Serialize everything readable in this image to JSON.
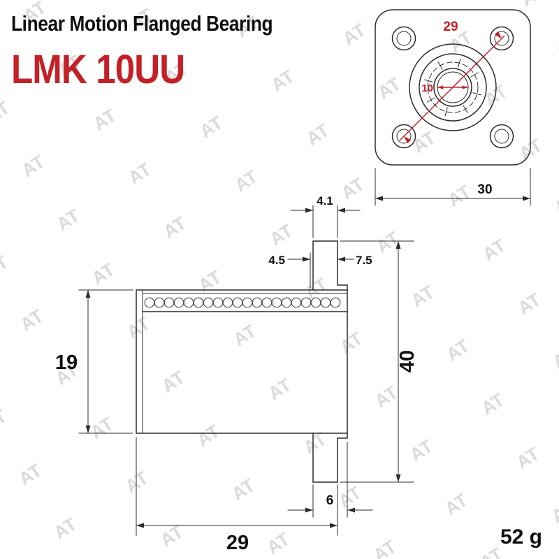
{
  "header": {
    "title": "Linear Motion Flanged Bearing",
    "model": "LMK 10UU"
  },
  "weight": "52 g",
  "watermark": {
    "text": "AT"
  },
  "colors": {
    "accent": "#c32127",
    "line": "#2b2b2b",
    "dim_text": "#111111",
    "watermark": "#dbdbdb",
    "background": "#ffffff"
  },
  "front_view": {
    "view": "flange front view",
    "dims": {
      "bolt_pcd": "29",
      "bore_diameter": "10",
      "flange_width": "30"
    }
  },
  "side_view": {
    "view": "cross section side view",
    "dims": {
      "flange_plate_thickness": "4.1",
      "groove_width": "4.5",
      "boss_depth": "7.5",
      "body_outer_diameter": "19",
      "flange_outer_diameter": "40",
      "total_length": "29",
      "flange_thickness": "6"
    }
  }
}
